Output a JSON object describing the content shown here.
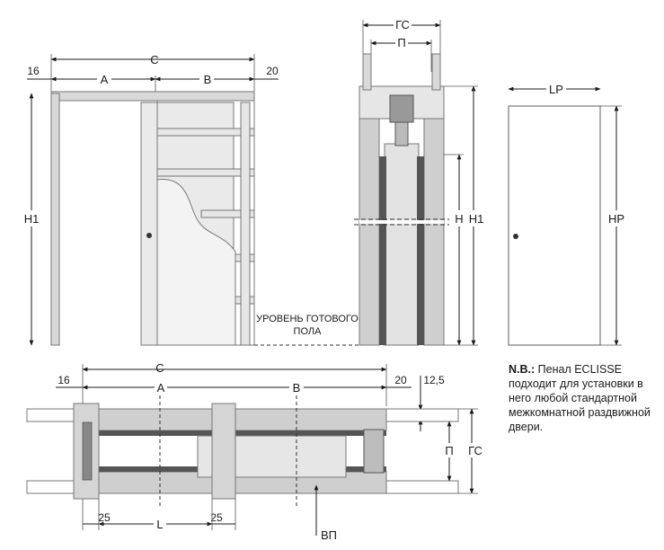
{
  "front_view": {
    "dim_c": "C",
    "dim_a": "A",
    "dim_b": "B",
    "dim_16": "16",
    "dim_20": "20",
    "dim_h1": "H1",
    "floor_line1": "УРОВЕНЬ ГОТОВОГО",
    "floor_line2": "ПОЛА"
  },
  "side_view": {
    "dim_gs": "ГС",
    "dim_p": "П",
    "dim_h": "H",
    "dim_h1": "H1"
  },
  "door_view": {
    "dim_lp": "LP",
    "dim_hp": "HP"
  },
  "plan_view": {
    "dim_c": "C",
    "dim_a": "A",
    "dim_b": "B",
    "dim_16": "16",
    "dim_20": "20",
    "dim_125": "12,5",
    "dim_p": "П",
    "dim_gs": "ГС",
    "dim_25_left": "25",
    "dim_25_right": "25",
    "dim_l": "L",
    "dim_vp": "ВП"
  },
  "note": {
    "prefix": "N.B.:",
    "text": "Пенал ECLISSE подходит для установки в него любой стандартной межкомнатной раздвижной двери."
  }
}
